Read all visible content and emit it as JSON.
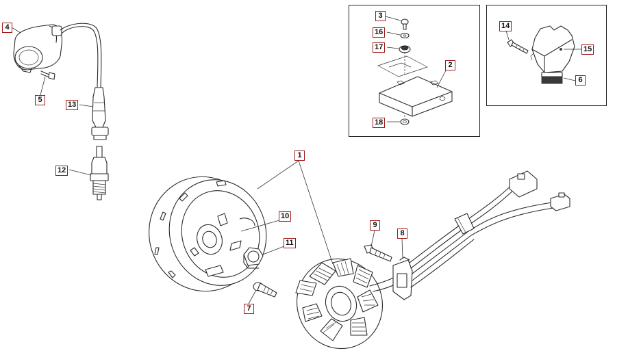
{
  "diagram": {
    "callouts": [
      {
        "id": "c1",
        "label": "1"
      },
      {
        "id": "c2",
        "label": "2"
      },
      {
        "id": "c3",
        "label": "3"
      },
      {
        "id": "c4",
        "label": "4"
      },
      {
        "id": "c5",
        "label": "5"
      },
      {
        "id": "c6",
        "label": "6"
      },
      {
        "id": "c7",
        "label": "7"
      },
      {
        "id": "c8",
        "label": "8"
      },
      {
        "id": "c9",
        "label": "9"
      },
      {
        "id": "c10",
        "label": "10"
      },
      {
        "id": "c11",
        "label": "11"
      },
      {
        "id": "c12",
        "label": "12"
      },
      {
        "id": "c13",
        "label": "13"
      },
      {
        "id": "c14",
        "label": "14"
      },
      {
        "id": "c15",
        "label": "15"
      },
      {
        "id": "c16",
        "label": "16"
      },
      {
        "id": "c17",
        "label": "17"
      },
      {
        "id": "c18",
        "label": "18"
      }
    ],
    "colors": {
      "callout_border": "#a01818",
      "line": "#2a2a2a",
      "background": "#ffffff"
    }
  }
}
